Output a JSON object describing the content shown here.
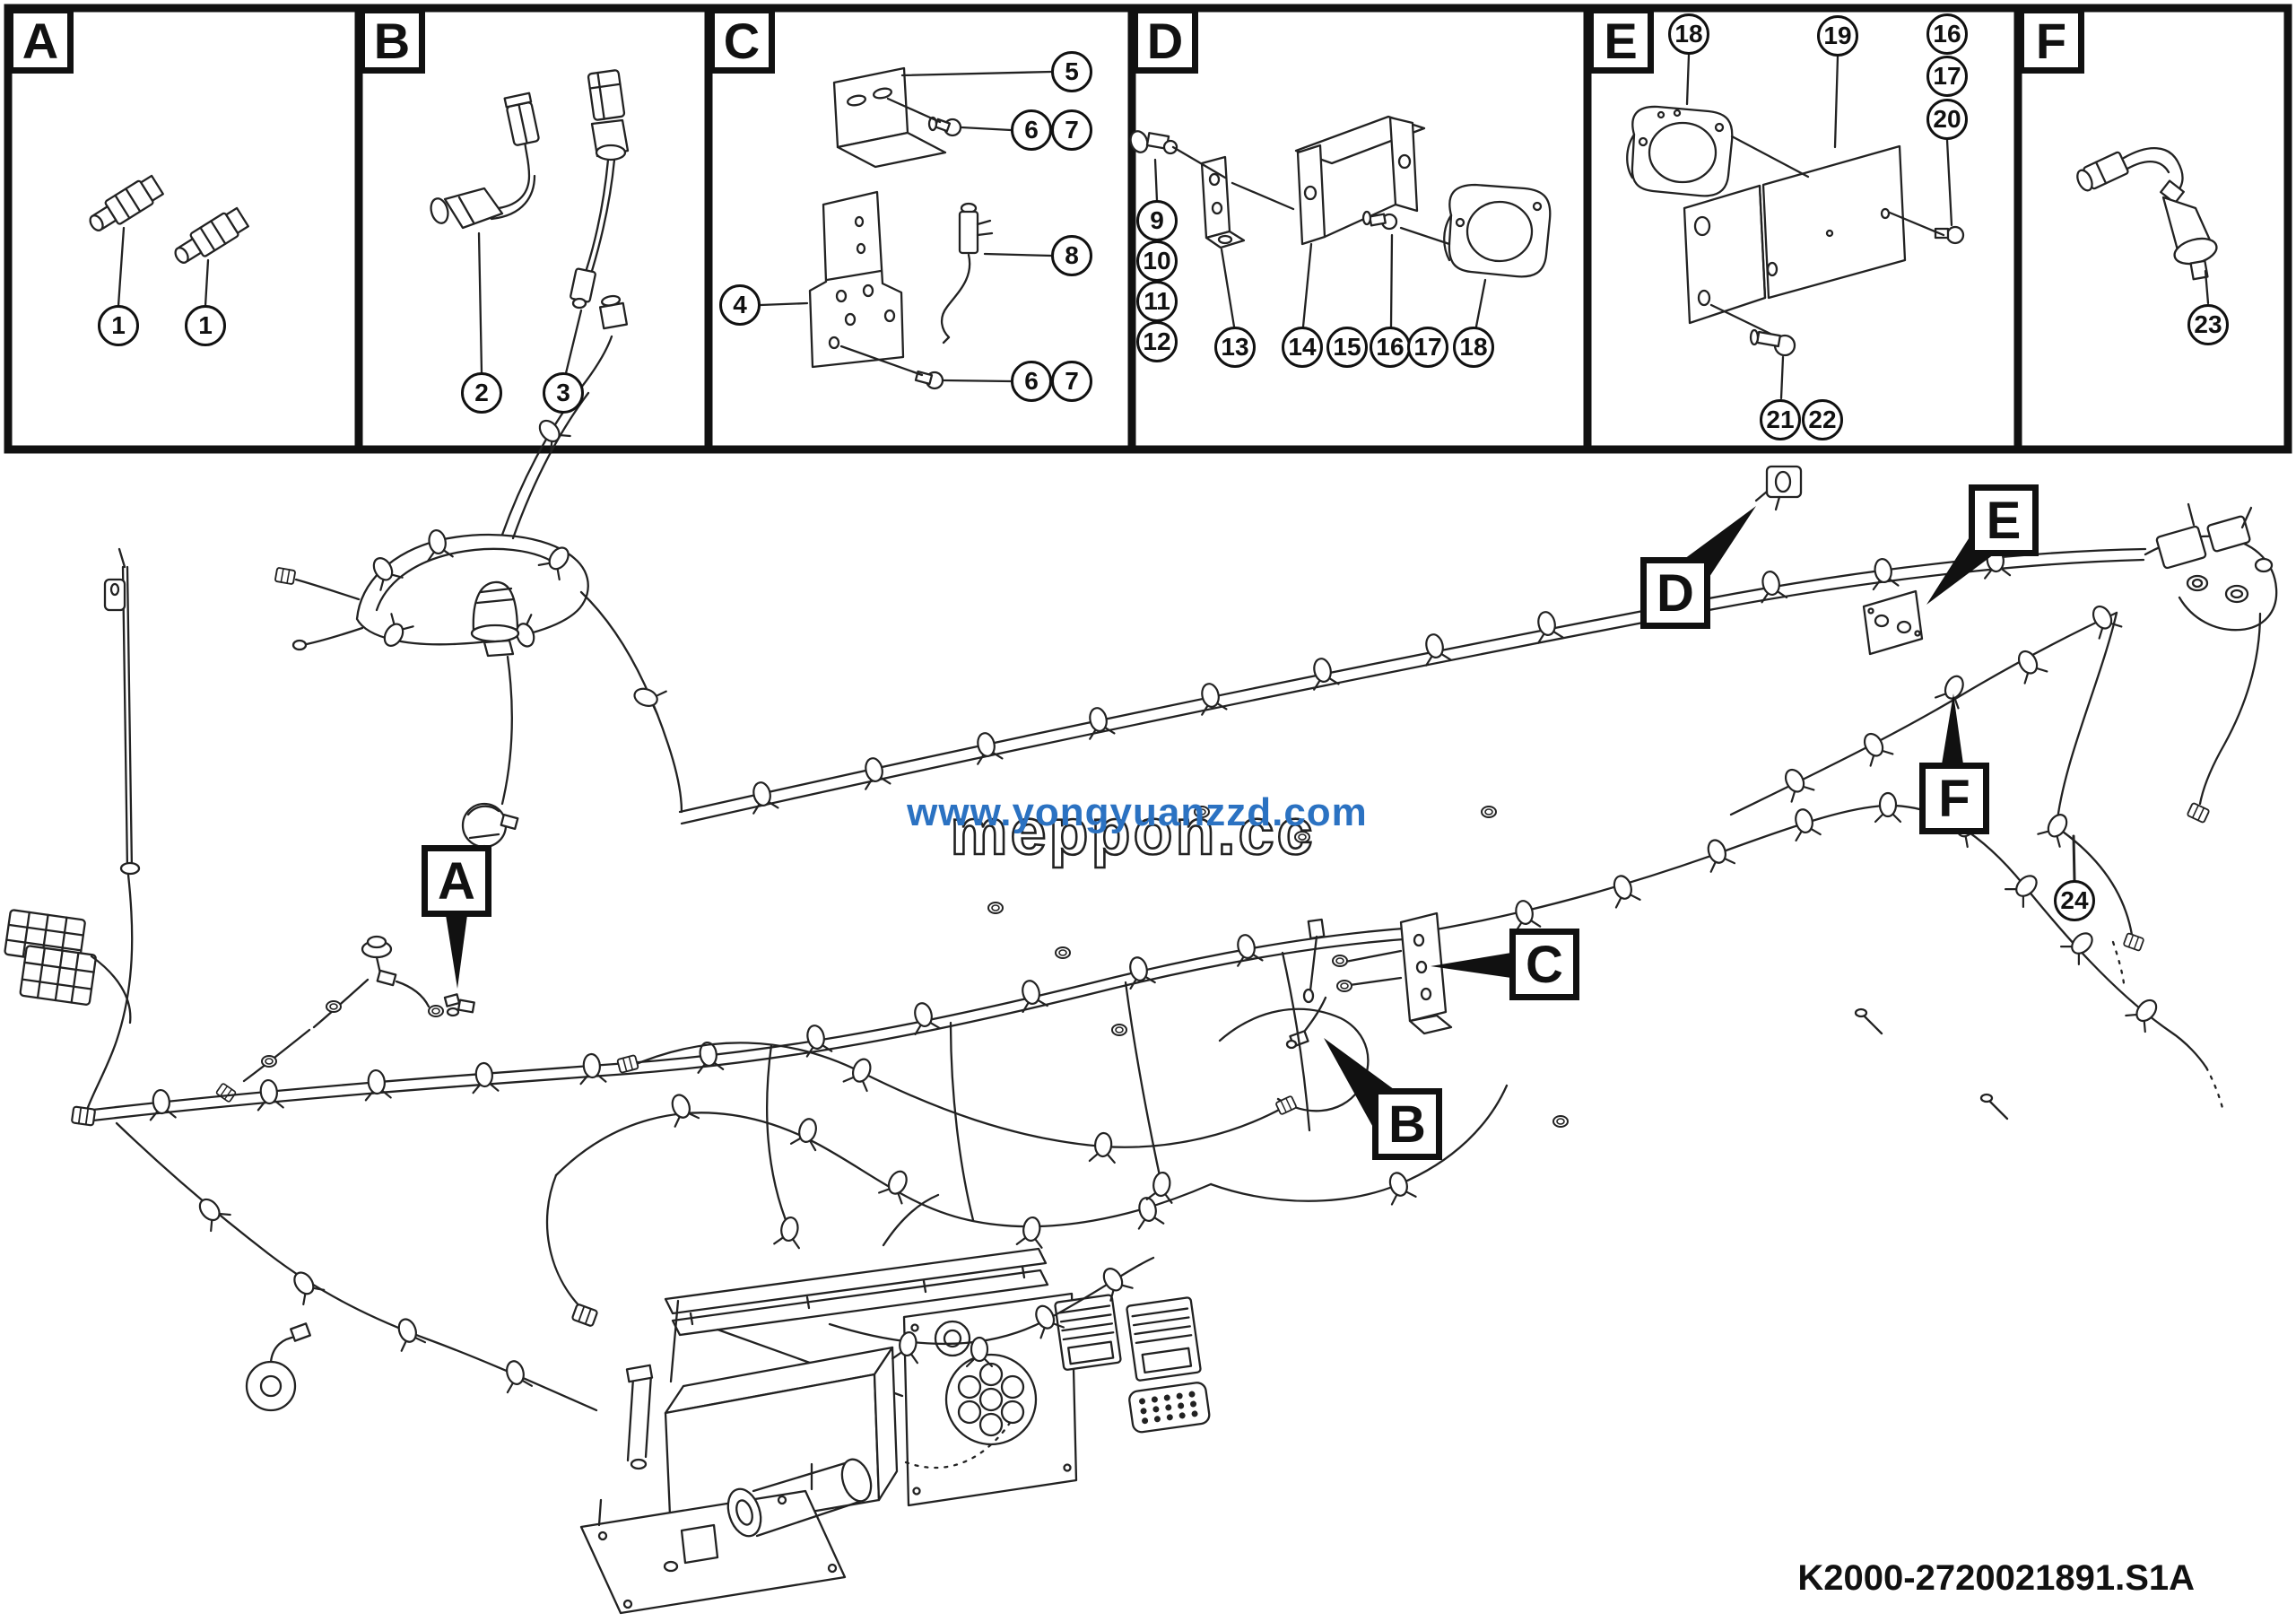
{
  "figure": {
    "type": "parts-location-diagram",
    "drawing_number": "K2000-2720021891.S1A"
  },
  "watermark": {
    "line_blue": "www.yongyuanzzd.com",
    "line_outline": "meppon.cc",
    "blue_color": "#2b72c2"
  },
  "panels": [
    {
      "label": "A",
      "callouts": [
        "1",
        "1"
      ]
    },
    {
      "label": "B",
      "callouts": [
        "2",
        "3"
      ]
    },
    {
      "label": "C",
      "callouts": [
        "5",
        "6",
        "7",
        "8",
        "4",
        "6",
        "7"
      ]
    },
    {
      "label": "D",
      "callouts": [
        "9",
        "10",
        "11",
        "12",
        "13",
        "14",
        "15",
        "16",
        "17",
        "18"
      ]
    },
    {
      "label": "E",
      "callouts": [
        "18",
        "19",
        "16",
        "17",
        "20",
        "21",
        "22"
      ]
    },
    {
      "label": "F",
      "callouts": [
        "23"
      ]
    }
  ],
  "diagram": {
    "location_labels": [
      "A",
      "B",
      "C",
      "D",
      "E",
      "F"
    ],
    "callout": "24"
  },
  "colors": {
    "line": "#111111",
    "watermark_blue": "#2b72c2"
  }
}
